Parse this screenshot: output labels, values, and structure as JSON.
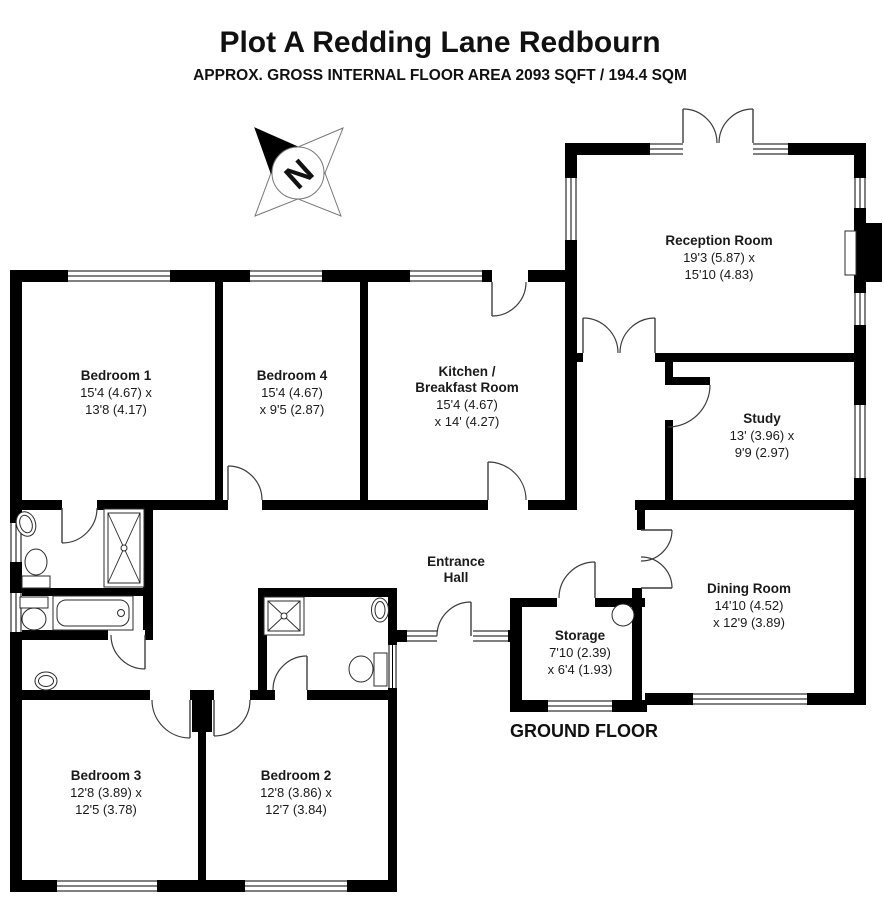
{
  "title": "Plot A Redding Lane Redbourn",
  "subtitle": "APPROX. GROSS INTERNAL FLOOR AREA 2093 SQFT / 194.4 SQM",
  "floor_label": "GROUND FLOOR",
  "compass": {
    "letter": "N"
  },
  "colors": {
    "wall": "#000000",
    "background": "#ffffff",
    "text": "#1a1a1a"
  },
  "rooms": {
    "reception": {
      "lines": [
        "Reception Room",
        "19'3 (5.87) x",
        "15'10 (4.83)"
      ]
    },
    "bedroom1": {
      "lines": [
        "Bedroom 1",
        "15'4 (4.67) x",
        "13'8 (4.17)"
      ]
    },
    "bedroom4": {
      "lines": [
        "Bedroom 4",
        "15'4 (4.67)",
        "x 9'5 (2.87)"
      ]
    },
    "kitchen": {
      "lines": [
        "Kitchen /",
        "Breakfast Room",
        "15'4 (4.67)",
        "x 14' (4.27)"
      ]
    },
    "study": {
      "lines": [
        "Study",
        "13' (3.96) x",
        "9'9 (2.97)"
      ]
    },
    "dining": {
      "lines": [
        "Dining Room",
        "14'10 (4.52)",
        "x 12'9 (3.89)"
      ]
    },
    "storage": {
      "lines": [
        "Storage",
        "7'10 (2.39)",
        "x 6'4 (1.93)"
      ]
    },
    "entrance": {
      "lines": [
        "Entrance",
        "Hall"
      ]
    },
    "bedroom3": {
      "lines": [
        "Bedroom 3",
        "12'8 (3.89) x",
        "12'5 (3.78)"
      ]
    },
    "bedroom2": {
      "lines": [
        "Bedroom 2",
        "12'8 (3.86) x",
        "12'7 (3.84)"
      ]
    }
  }
}
